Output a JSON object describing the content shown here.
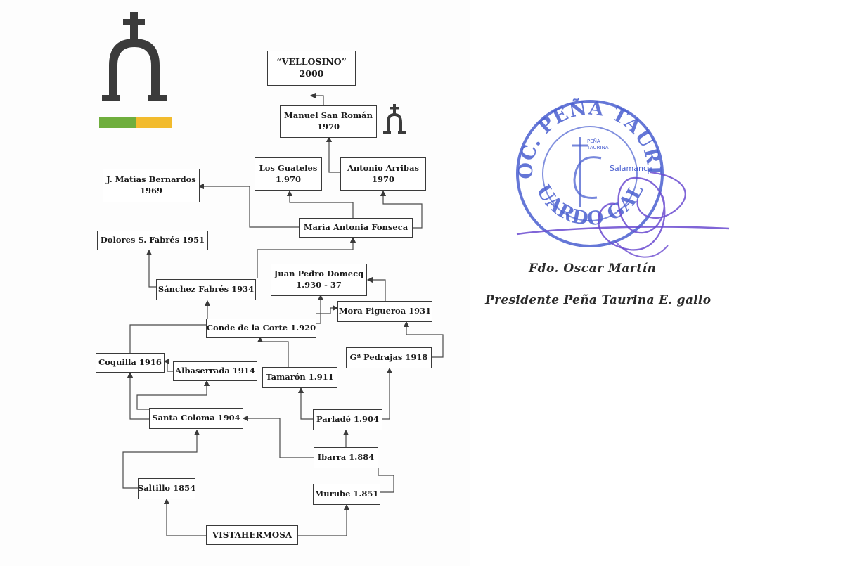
{
  "nodes": {
    "vellosino": {
      "line1": "“VELLOSINO”",
      "line2": "2000"
    },
    "manuel": {
      "line1": "Manuel San Román",
      "line2": "1970"
    },
    "guateles": {
      "line1": "Los Guateles",
      "line2": "1.970"
    },
    "arribas": {
      "line1": "Antonio Arribas",
      "line2": "1970"
    },
    "matias": {
      "line1": "J. Matías Bernardos",
      "line2": "1969"
    },
    "fonseca": {
      "line1": "María Antonia Fonseca"
    },
    "dolores": {
      "line1": "Dolores S. Fabrés 1951"
    },
    "domecq": {
      "line1": "Juan Pedro Domecq",
      "line2": "1.930 - 37"
    },
    "sanchez": {
      "line1": "Sánchez Fabrés 1934"
    },
    "mora": {
      "line1": "Mora Figueroa 1931"
    },
    "conde": {
      "line1": "Conde de la Corte 1.920"
    },
    "pedrajas": {
      "line1": "Gª Pedrajas 1918"
    },
    "coquilla": {
      "line1": "Coquilla 1916"
    },
    "albaserrada": {
      "line1": "Albaserrada 1914"
    },
    "tamaron": {
      "line1": "Tamarón 1.911"
    },
    "santacoloma": {
      "line1": "Santa Coloma 1904"
    },
    "parlade": {
      "line1": "Parladé 1.904"
    },
    "ibarra": {
      "line1": "Ibarra 1.884"
    },
    "saltillo": {
      "line1": "Saltillo 1854"
    },
    "murube": {
      "line1": "Murube 1.851"
    },
    "vistahermosa": {
      "line1": "VISTAHERMOSA"
    }
  },
  "emblem": {
    "stripe_colors": [
      "#6fae3d",
      "#f2bb2d"
    ],
    "icon": "arch-with-cross-icon"
  },
  "stamp": {
    "color": "#4a5fd0",
    "top_text": "ASOC. PEÑA TAURINA",
    "bottom_text": "EDUARDO GALLO",
    "inner_text_1": "PEÑA",
    "inner_text_2": "TAURINA",
    "city": "Salamanca"
  },
  "signature": {
    "name": "Fdo.   Oscar Martín",
    "title": "Presidente  Peña Taurina E. gallo"
  }
}
